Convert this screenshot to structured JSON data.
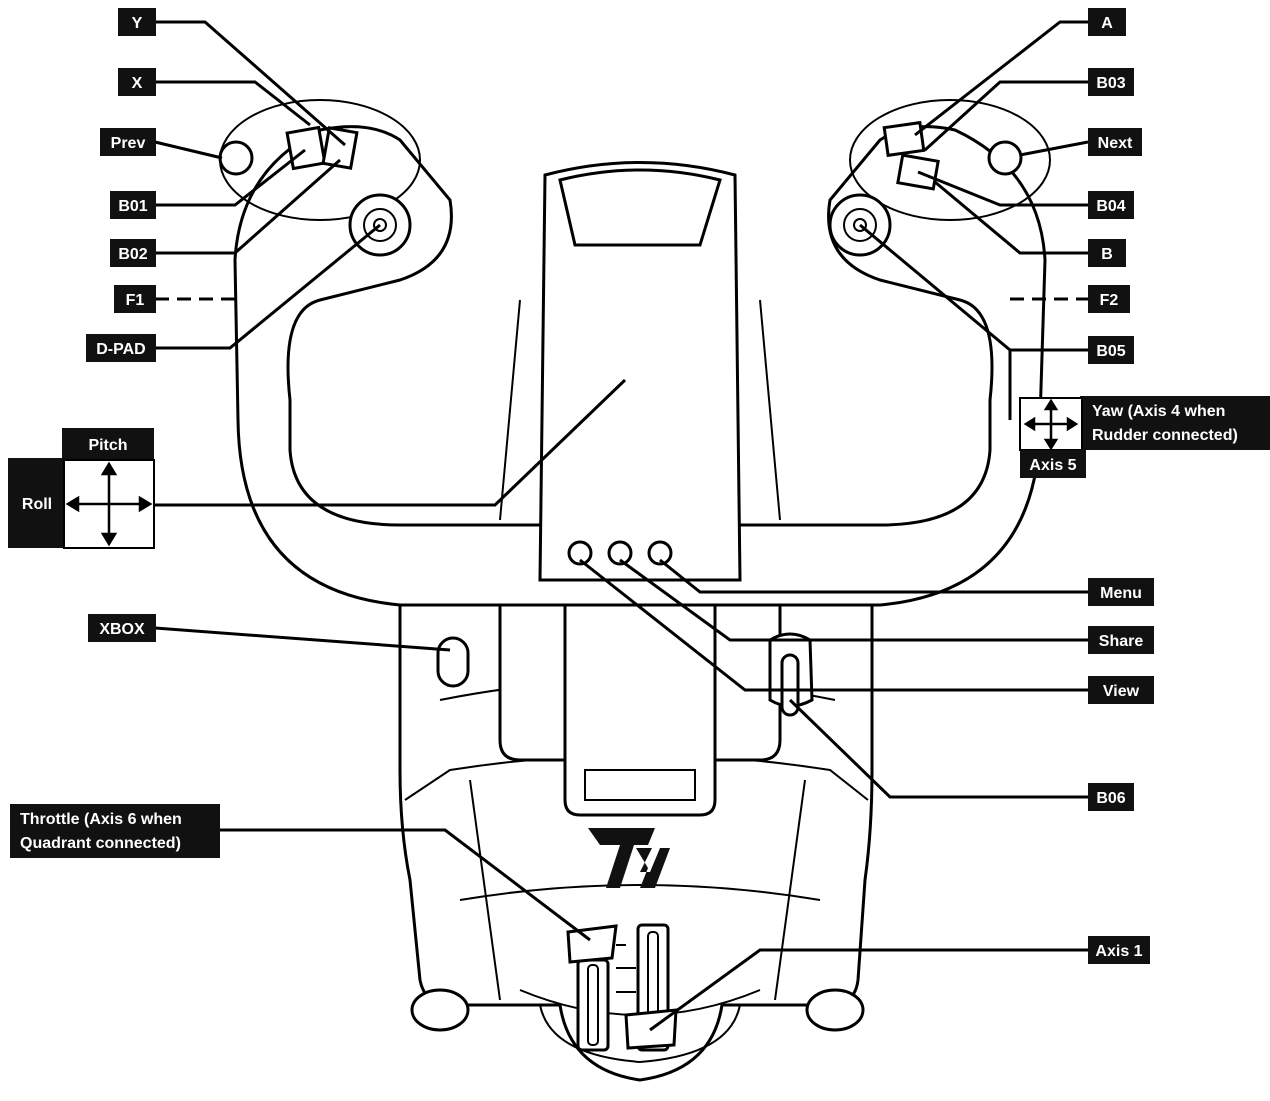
{
  "labels": {
    "y": "Y",
    "x": "X",
    "prev": "Prev",
    "b01": "B01",
    "b02": "B02",
    "f1": "F1",
    "dpad": "D-PAD",
    "pitch": "Pitch",
    "roll": "Roll",
    "xbox": "XBOX",
    "throttle_line1": "Throttle (Axis 6 when",
    "throttle_line2": "Quadrant connected)",
    "a": "A",
    "b03": "B03",
    "next": "Next",
    "b04": "B04",
    "b": "B",
    "f2": "F2",
    "b05": "B05",
    "yaw_line1": "Yaw (Axis 4 when",
    "yaw_line2": "Rudder connected)",
    "axis5": "Axis 5",
    "menu": "Menu",
    "share": "Share",
    "view": "View",
    "b06": "B06",
    "axis1": "Axis 1"
  },
  "icons": {
    "logo": "thrustmaster-logo-icon",
    "cross_arrows": "four-way-arrow-icon"
  },
  "colors": {
    "label_bg": "#111111",
    "label_text": "#ffffff",
    "line": "#000000",
    "background": "#ffffff"
  }
}
